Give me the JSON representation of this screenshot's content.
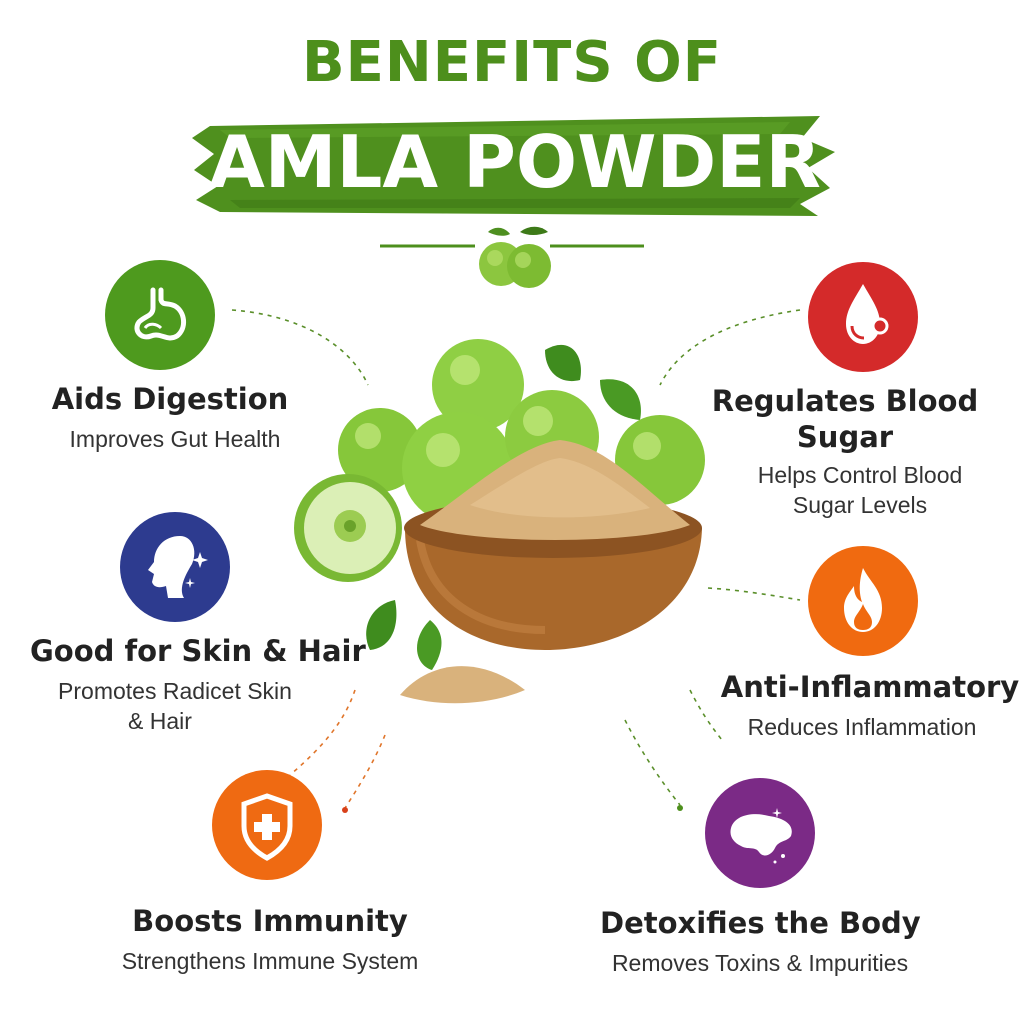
{
  "header": {
    "title_top": "BENEFITS OF",
    "title_main": "AMLA POWDER"
  },
  "colors": {
    "brand_green": "#4d8f1c",
    "digestion": "#4e9a1e",
    "skin_hair": "#2d3b8f",
    "immunity": "#ef6a12",
    "blood_sugar": "#d42a2a",
    "anti_inflammatory": "#f06a10",
    "detox": "#7b2a86"
  },
  "benefits": {
    "digestion": {
      "icon": "stomach-icon",
      "title": "Aids Digestion",
      "desc": "Improves Gut Health"
    },
    "skin_hair": {
      "icon": "face-sparkle-icon",
      "title": "Good for Skin & Hair",
      "desc_line1": "Promotes Radicet Skin",
      "desc_line2": "& Hair"
    },
    "immunity": {
      "icon": "shield-plus-icon",
      "title": "Boosts Immunity",
      "desc": "Strengthens Immune System"
    },
    "blood_sugar": {
      "icon": "blood-drop-icon",
      "title_line1": "Regulates Blood",
      "title_line2": "Sugar",
      "desc_line1": "Helps Control Blood",
      "desc_line2": "Sugar Levels"
    },
    "anti_inflammatory": {
      "icon": "flame-icon",
      "title": "Anti-Inflammatory",
      "desc": "Reduces Inflammation"
    },
    "detox": {
      "icon": "liver-icon",
      "title": "Detoxifies the Body",
      "desc": "Removes Toxins & Impurities"
    }
  }
}
